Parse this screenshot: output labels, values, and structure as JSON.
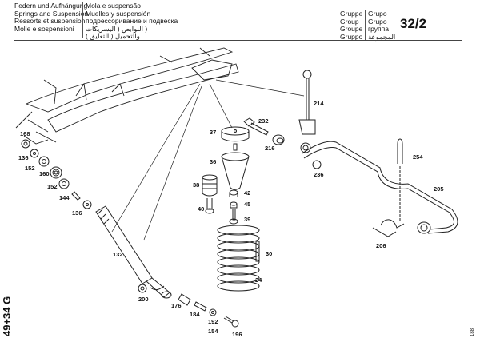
{
  "header": {
    "titles_left": [
      "Federn und Aufhängung",
      "Springs and Suspension",
      "Ressorts et suspension",
      "Molle e sospensioni"
    ],
    "titles_right": [
      "Mola e suspensão",
      "Muelles y suspensión",
      "подрессоривание и подвеска",
      "( النوابض ( اليسريكات",
      "والتحميل ( التعليق )"
    ],
    "group_left": [
      "Gruppe",
      "Group",
      "Groupe",
      "Gruppo"
    ],
    "group_right": [
      "Grupo",
      "Grupo",
      "группа",
      "المجموعة"
    ],
    "group_number": "32/2"
  },
  "side_code": "49+34 G",
  "corner_code": "188",
  "parts": [
    {
      "id": "p168",
      "number": "168"
    },
    {
      "id": "p136a",
      "number": "136"
    },
    {
      "id": "p152a",
      "number": "152"
    },
    {
      "id": "p160",
      "number": "160"
    },
    {
      "id": "p152b",
      "number": "152"
    },
    {
      "id": "p144",
      "number": "144"
    },
    {
      "id": "p136b",
      "number": "136"
    },
    {
      "id": "p132",
      "number": "132"
    },
    {
      "id": "p200",
      "number": "200"
    },
    {
      "id": "p176",
      "number": "176"
    },
    {
      "id": "p184",
      "number": "184"
    },
    {
      "id": "p192",
      "number": "192"
    },
    {
      "id": "p154",
      "number": "154"
    },
    {
      "id": "p196",
      "number": "196"
    },
    {
      "id": "p37",
      "number": "37"
    },
    {
      "id": "p36",
      "number": "36"
    },
    {
      "id": "p38",
      "number": "38"
    },
    {
      "id": "p40",
      "number": "40"
    },
    {
      "id": "p42",
      "number": "42"
    },
    {
      "id": "p45",
      "number": "45"
    },
    {
      "id": "p39",
      "number": "39"
    },
    {
      "id": "p30",
      "number": "30"
    },
    {
      "id": "p24",
      "number": "24"
    },
    {
      "id": "p232",
      "number": "232"
    },
    {
      "id": "p216",
      "number": "216"
    },
    {
      "id": "p214",
      "number": "214"
    },
    {
      "id": "p236",
      "number": "236"
    },
    {
      "id": "p254",
      "number": "254"
    },
    {
      "id": "p205",
      "number": "205"
    },
    {
      "id": "p206",
      "number": "206"
    }
  ]
}
